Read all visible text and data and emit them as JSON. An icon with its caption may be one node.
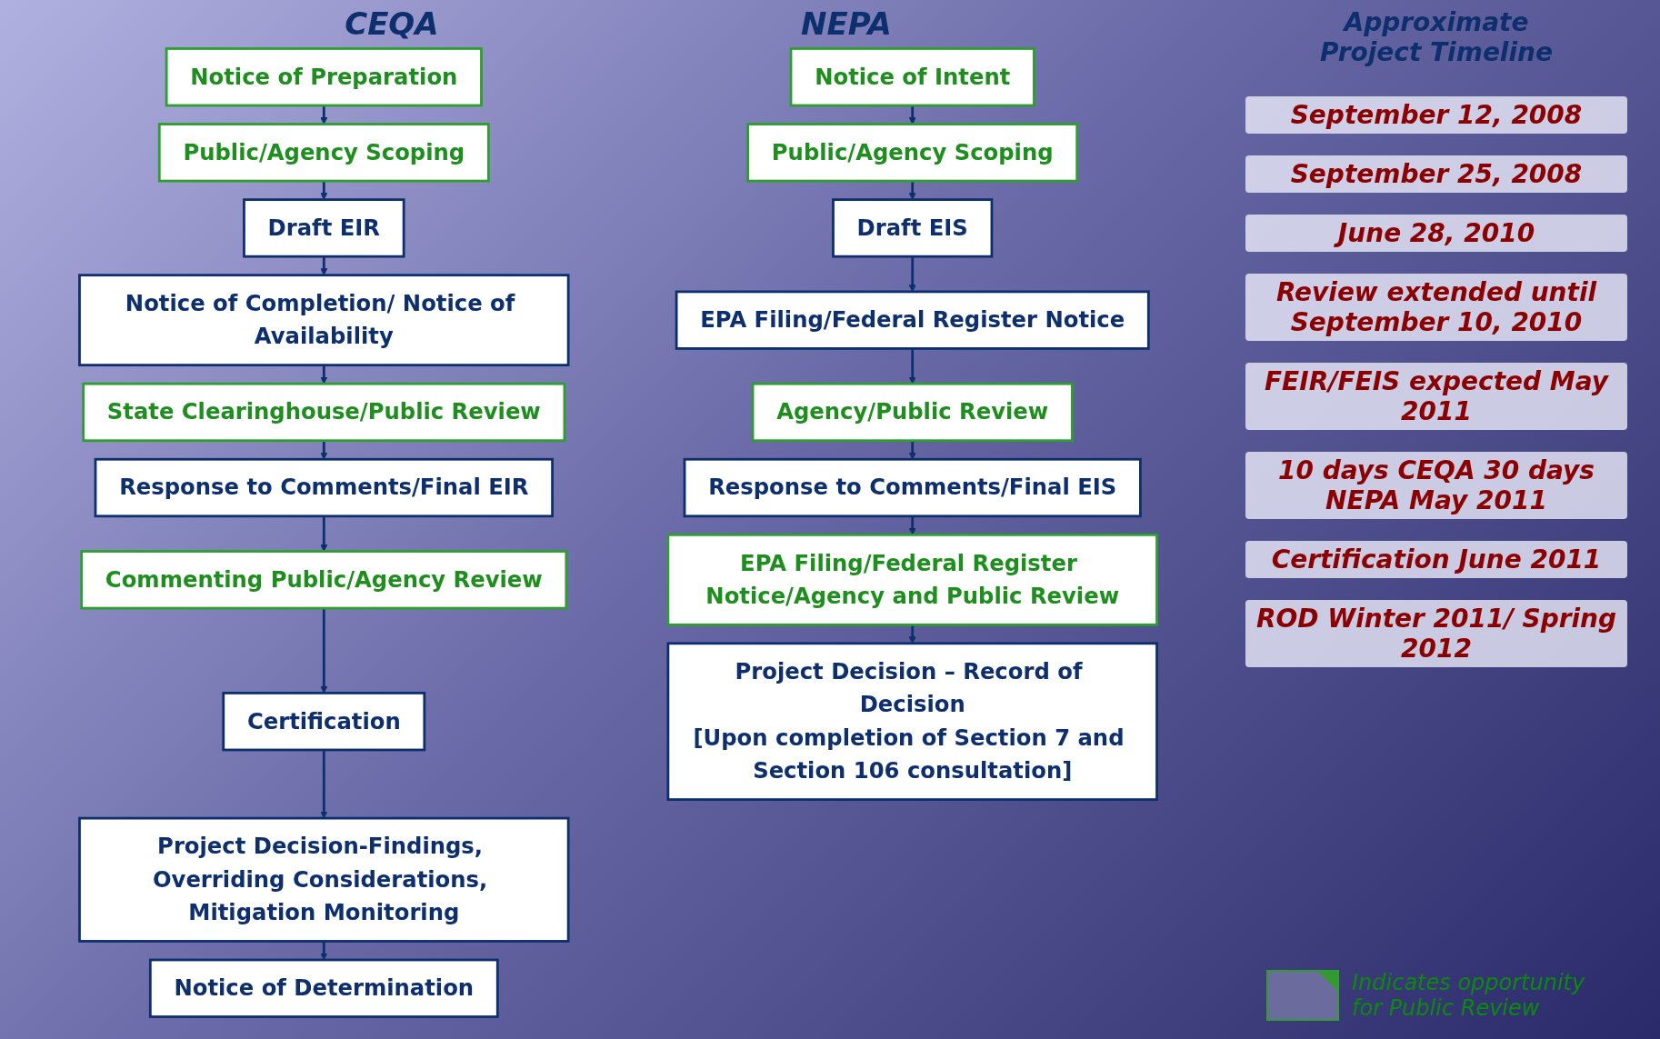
{
  "diagram": {
    "nodes": [
      {
        "text": [
          "Notice of Preparation"
        ]
      },
      {
        "text": [
          "Public/Agency Scoping"
        ]
      },
      {
        "text": [
          "Draft EIR"
        ]
      },
      {
        "text": [
          "Notice of Completion/ Notice of Availability"
        ]
      },
      {
        "text": [
          "State Clearinghouse/Public Review"
        ]
      },
      {
        "text": [
          "Response to Comments/Final EIR"
        ]
      },
      {
        "text": [
          "Commenting Public/Agency Review"
        ]
      },
      {
        "text": [
          "Certification"
        ]
      },
      {
        "text": [
          "Project Decision-Findings, Overriding Considerations, Mitigation Monitoring"
        ]
      },
      {
        "text": [
          "Notice of Determination"
        ]
      },
      {
        "text": [
          "Notice of Intent"
        ]
      },
      {
        "text": [
          "Public/Agency Scoping"
        ]
      },
      {
        "text": [
          "Draft EIS"
        ]
      },
      {
        "text": [
          "EPA Filing/Federal Register Notice"
        ]
      },
      {
        "text": [
          "Agency/Public Review"
        ]
      },
      {
        "text": [
          "Response to Comments/Final EIS"
        ]
      },
      {
        "text": [
          "EPA Filing/Federal Register Notice/Agency and Public Review"
        ]
      },
      {
        "text": [
          "Project Decision – Record of Decision",
          "[Upon completion of Section 7 and Section 106 consultation]"
        ]
      }
    ],
    "edges": [
      {
        "from": 0,
        "to": 1,
        "arrow": "to"
      },
      {
        "from": 1,
        "to": 2,
        "arrow": "to"
      },
      {
        "from": 2,
        "to": 3,
        "arrow": "to"
      },
      {
        "from": 3,
        "to": 4,
        "arrow": "to"
      },
      {
        "from": 4,
        "to": 5,
        "arrow": "to"
      },
      {
        "from": 5,
        "to": 6,
        "arrow": "to"
      },
      {
        "from": 6,
        "to": 7,
        "arrow": "to"
      },
      {
        "from": 7,
        "to": 8,
        "arrow": "to"
      },
      {
        "from": 8,
        "to": 9,
        "arrow": "to"
      },
      {
        "from": 10,
        "to": 11,
        "arrow": "to"
      },
      {
        "from": 11,
        "to": 12,
        "arrow": "to"
      },
      {
        "from": 12,
        "to": 13,
        "arrow": "to"
      },
      {
        "from": 13,
        "to": 14,
        "arrow": "to"
      },
      {
        "from": 14,
        "to": 15,
        "arrow": "to"
      },
      {
        "from": 15,
        "to": 16,
        "arrow": "to"
      },
      {
        "from": 16,
        "to": 17,
        "arrow": "to"
      }
    ],
    "labels": [
      "CEQA",
      "NEPA",
      "Approximate Project Timeline",
      "September 12, 2008",
      "September 25, 2008",
      "June 28, 2010",
      "Review extended until September 10, 2010",
      "FEIR/FEIS expected May 2011",
      "10 days CEQA 30 days NEPA May 2011",
      "Certification June 2011",
      "ROD Winter 2011/ Spring 2012"
    ],
    "legend": [
      {
        "text": "Indicates opportunity for Public Review"
      }
    ]
  }
}
